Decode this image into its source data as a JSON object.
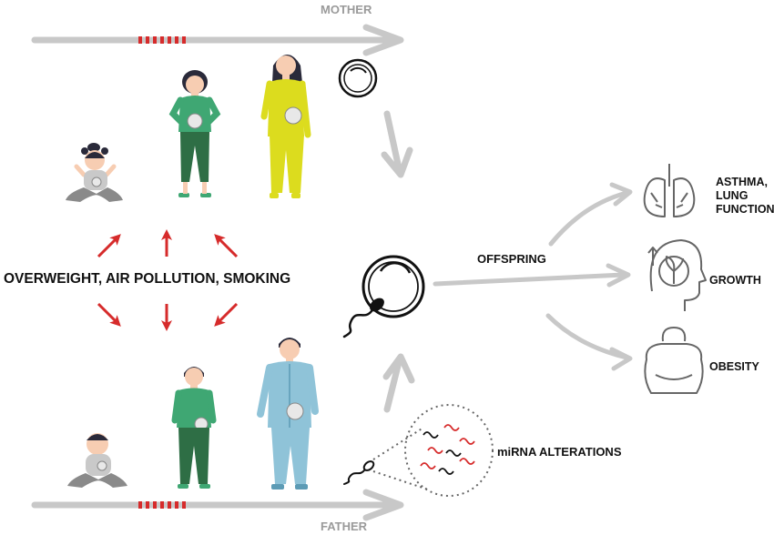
{
  "labels": {
    "mother": "MOTHER",
    "father": "FATHER",
    "exposures": "OVERWEIGHT, AIR POLLUTION, SMOKING",
    "offspring": "OFFSPRING",
    "mirna": "miRNA ALTERATIONS"
  },
  "outcomes": [
    {
      "label": "ASTHMA,\nLUNG\nFUNCTION",
      "icon": "lungs-icon"
    },
    {
      "label": "GROWTH",
      "icon": "head-growth-icon"
    },
    {
      "label": "OBESITY",
      "icon": "obese-torso-icon"
    }
  ],
  "colors": {
    "arrow_gray": "#c8c8c8",
    "exposure_red": "#d62b2b",
    "mother_yellow": "#dcdc1e",
    "green_shirt": "#3fa773",
    "green_pants": "#2e6e45",
    "father_blue": "#8fc3d8",
    "skin": "#f7cdb2",
    "hair": "#2a2a3a"
  }
}
